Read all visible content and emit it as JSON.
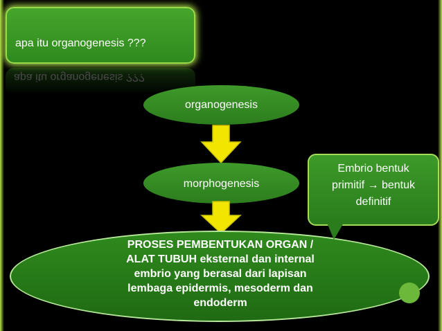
{
  "title": "apa itu organogenesis ???",
  "nodes": {
    "organogenesis": "organogenesis",
    "morphogenesis": "morphogenesis"
  },
  "definition_lines": [
    "PROSES PEMBENTUKAN ORGAN /",
    "ALAT TUBUH eksternal dan internal",
    "embrio yang berasal dari lapisan",
    "lembaga epidermis, mesoderm dan",
    "endoderm"
  ],
  "callout_lines": [
    "Embrio bentuk",
    "primitif → bentuk",
    "definitif"
  ],
  "colors": {
    "background": "#000000",
    "box_green": "#3d9a29",
    "glow": "#b3e84d",
    "arrow_yellow": "#f2e500"
  },
  "icons": {
    "flow_arrow": "down-arrow-icon"
  }
}
